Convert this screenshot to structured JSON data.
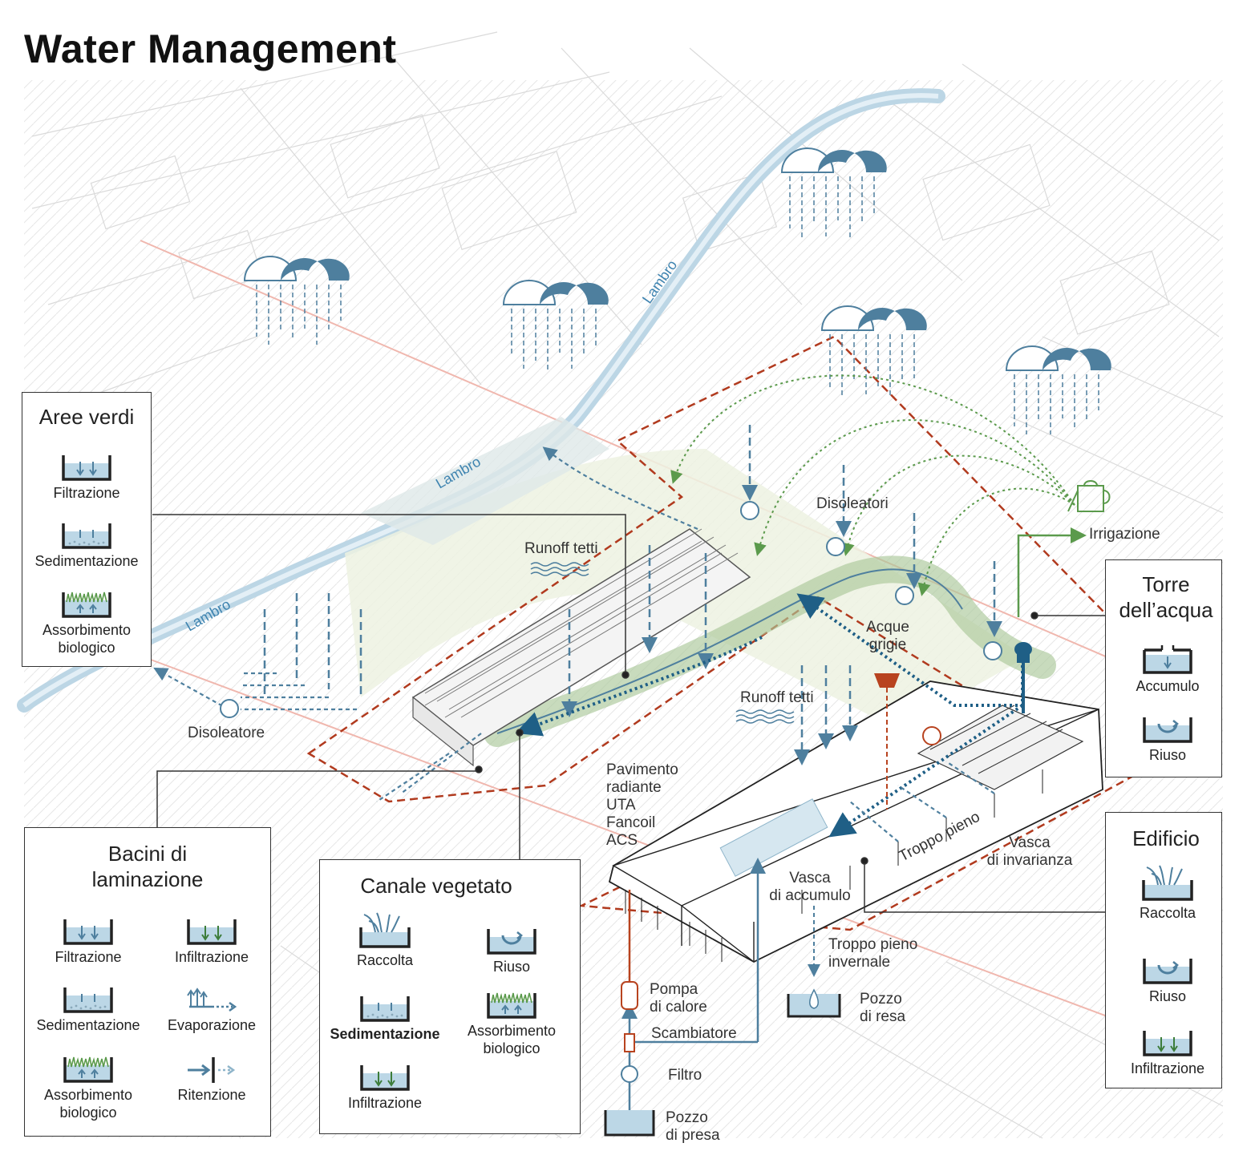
{
  "title": "Water Management",
  "colors": {
    "water_blue": "#4e7f9e",
    "dark_blue": "#1f5f86",
    "light_water": "#bcd7e6",
    "dashed_red": "#b13a1e",
    "green_dotted": "#5b9a4c",
    "river": "#b7d3e3",
    "pump_red": "#b8431f"
  },
  "panels": {
    "aree_verdi": {
      "title": "Aree verdi",
      "items": [
        {
          "icon": "filtration-icon",
          "label": "Filtrazione"
        },
        {
          "icon": "sedimentation-icon",
          "label": "Sedimentazione"
        },
        {
          "icon": "biological-absorption-icon",
          "label": "Assorbimento\nbiologico"
        }
      ]
    },
    "bacini": {
      "title": "Bacini di\nlaminazione",
      "items": [
        {
          "icon": "filtration-icon",
          "label": "Filtrazione"
        },
        {
          "icon": "infiltration-icon",
          "label": "Infiltrazione"
        },
        {
          "icon": "sedimentation-icon",
          "label": "Sedimentazione"
        },
        {
          "icon": "evaporation-icon",
          "label": "Evaporazione"
        },
        {
          "icon": "biological-absorption-icon",
          "label": "Assorbimento\nbiologico"
        },
        {
          "icon": "retention-icon",
          "label": "Ritenzione"
        }
      ]
    },
    "canale": {
      "title": "Canale vegetato",
      "items": [
        {
          "icon": "collection-icon",
          "label": "Raccolta"
        },
        {
          "icon": "reuse-icon",
          "label": "Riuso"
        },
        {
          "icon": "sedimentation-icon",
          "label": "Sedimentazione"
        },
        {
          "icon": "biological-absorption-icon",
          "label": "Assorbimento\nbiologico"
        },
        {
          "icon": "infiltration-icon",
          "label": "Infiltrazione"
        }
      ]
    },
    "torre": {
      "title": "Torre\ndell’acqua",
      "items": [
        {
          "icon": "storage-icon",
          "label": "Accumulo"
        },
        {
          "icon": "reuse-icon",
          "label": "Riuso"
        }
      ]
    },
    "edificio": {
      "title": "Edificio",
      "items": [
        {
          "icon": "collection-icon",
          "label": "Raccolta"
        },
        {
          "icon": "reuse-icon",
          "label": "Riuso"
        },
        {
          "icon": "infiltration-icon",
          "label": "Infiltrazione"
        }
      ]
    }
  },
  "map_labels": {
    "lambro_1": "Lambro",
    "lambro_2": "Lambro",
    "lambro_3": "Lambro",
    "runoff_1": "Runoff tetti",
    "runoff_2": "Runoff tetti",
    "disoleatori": "Disoleatori",
    "disoleatore": "Disoleatore",
    "irrigazione": "Irrigazione",
    "acque_grigie": "Acque\ngrigie",
    "pavimento": "Pavimento\nradiante\nUTA\nFancoil\nACS",
    "troppo_pieno": "Troppo pieno",
    "vasca_invarianza": "Vasca\ndi invarianza",
    "vasca_accumulo": "Vasca\ndi accumulo",
    "troppo_invernale": "Troppo pieno\ninvernale",
    "pompa": "Pompa\ndi calore",
    "pozzo_resa": "Pozzo\ndi resa",
    "scambiatore": "Scambiatore",
    "filtro": "Filtro",
    "pozzo_presa": "Pozzo\ndi presa"
  }
}
